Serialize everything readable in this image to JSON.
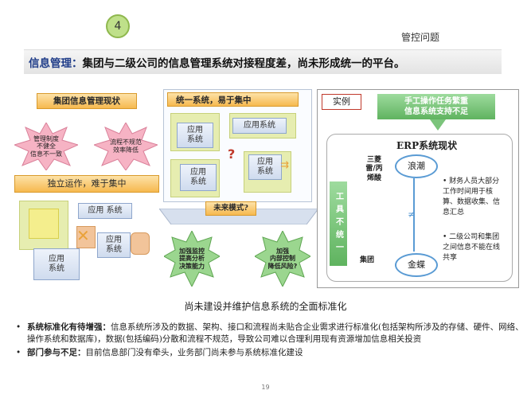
{
  "slide_number": "4",
  "header_right": "管控问题",
  "headline": {
    "prefix": "信息管理：",
    "text": "集团与二级公司的信息管理系统对接程度差，尚未形成统一的平台。"
  },
  "left_panel": {
    "title": "集团信息管理现状",
    "star_left": "管理制度\n不健全\n信息不一致",
    "star_right": "流程不规范\n效率降低",
    "banner": "独立运作，难于集中",
    "box_app_system_top": "应用  系统",
    "box_app_system_mid": "应用\n系统",
    "box_app_system_bottom": "应用\n系统"
  },
  "middle_panel": {
    "title": "统一系统，易于集中",
    "box_app_system_left_top": "应用\n系统",
    "box_app_system_right_top": "应用系统",
    "box_app_system_left_bottom": "应用\n系统",
    "box_app_system_right_bottom": "应用\n系统",
    "question_mark": "?",
    "future_label": "未来模式?",
    "star_left": "加强监控\n提高分析\n决策能力",
    "star_right": "加强\n内部控制\n降低风险?"
  },
  "right_panel": {
    "example_label": "实例",
    "issue_box": "手工操作任务繁重\n信息系统支持不足",
    "erp_title": "ERP系统现状",
    "vertical_bar": "工具不统一",
    "companies_label": "三菱\n雷/丙\n烯酸",
    "group_label": "集团",
    "node_top": "浪潮",
    "node_bottom": "金蝶",
    "note1": "财务人员大部分工作时间用于核算、数据收集、信息汇总",
    "note2": "二级公司和集团之间信息不能在线共享"
  },
  "caption": "尚未建设并维护信息系统的全面标准化",
  "bullets": [
    {
      "label": "系统标准化有待增强：",
      "text": "信息系统所涉及的数据、架构、接口和流程尚未贴合企业需求进行标准化(包括架构所涉及的存储、硬件、网络、操作系统和数据库)，数据(包括编码)分散和流程不规范，导致公司难以合理利用现有资源增加信息相关投资"
    },
    {
      "label": "部门参与不足：",
      "text": "目前信息部门没有牵头，业务部门尚未参与系统标准化建设"
    }
  ],
  "page_number": "19"
}
